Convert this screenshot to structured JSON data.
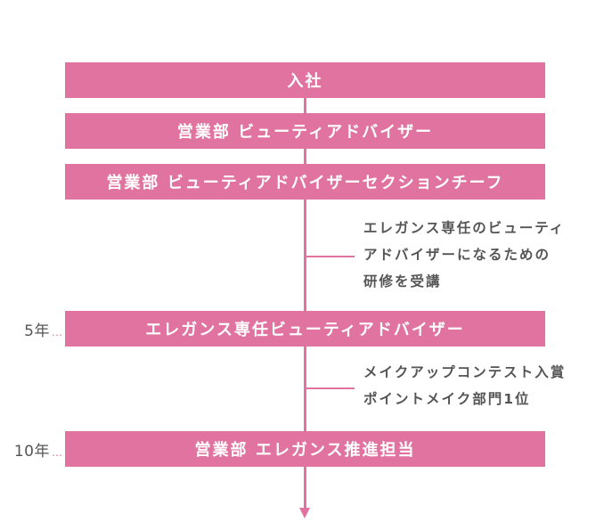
{
  "stages": [
    "入社",
    "営業部 ビューティアドバイザー",
    "営業部 ビューティアドバイザーセクションチーフ",
    "エレガンス専任ビューティアドバイザー",
    "営業部 エレガンス推進担当"
  ],
  "notes": [
    [
      "エレガンス専任のビューティ",
      "アドバイザーになるための",
      "研修を受講"
    ],
    [
      "メイクアップコンテスト入賞",
      "ポイントメイク部門1位"
    ]
  ],
  "years": [
    "5年",
    "10年"
  ],
  "colors": {
    "accent": "#e0739f",
    "text": "#555555"
  }
}
